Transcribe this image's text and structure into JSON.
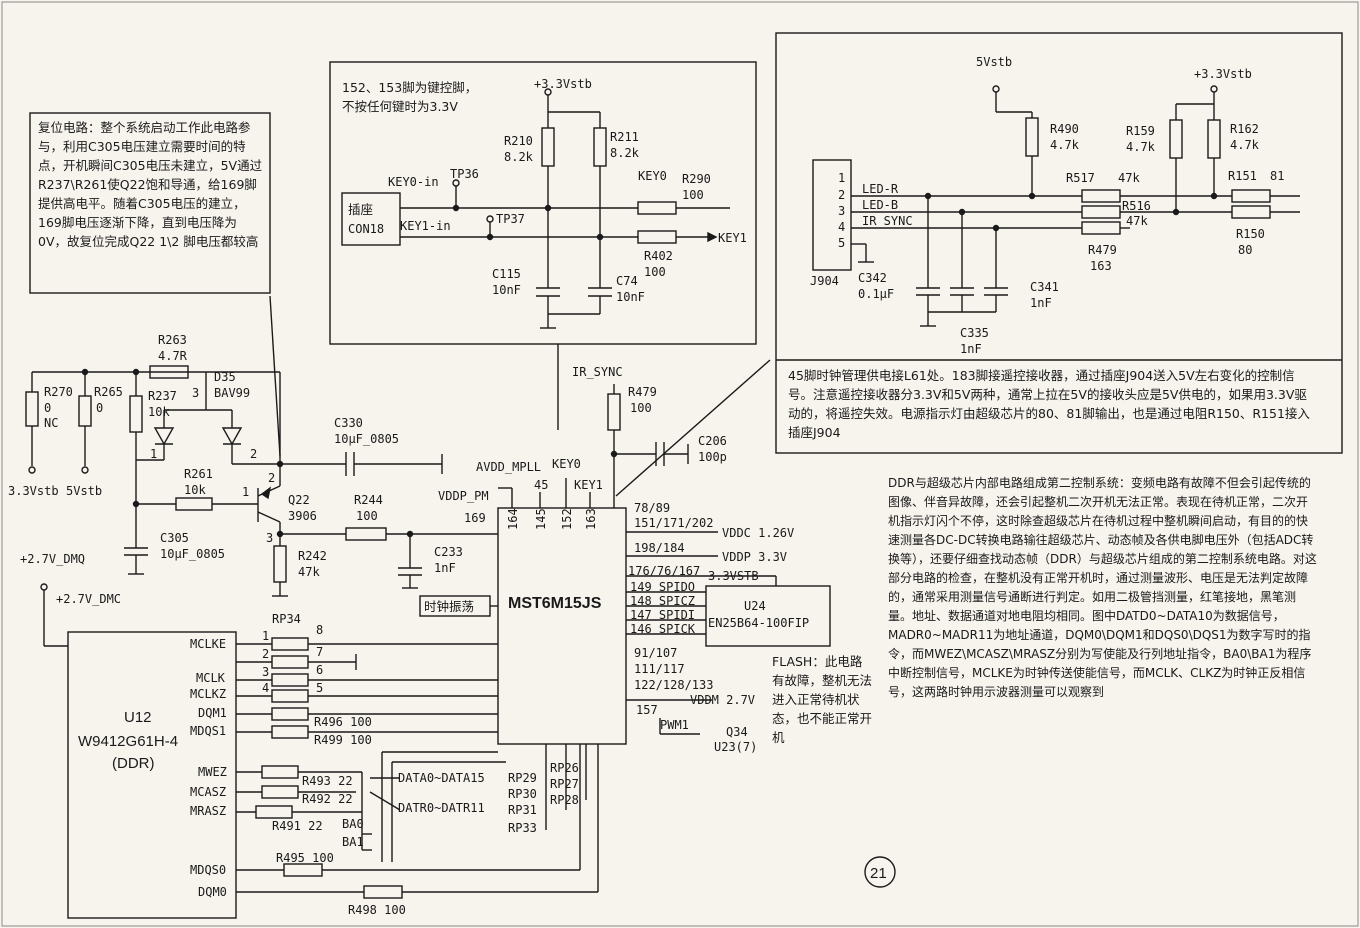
{
  "notes": {
    "reset": "复位电路：整个系统启动工作此电路参与，利用C305电压建立需要时间的特点，开机瞬间C305电压未建立，5V通过R237\\R261使Q22饱和导通，给169脚提供高电平。随着C305电压的建立，169脚电压逐渐下降，直到电压降为0V，故复位完成Q22 1\\2 脚电压都较高",
    "key_title": "152、153脚为键控脚，",
    "key_body": "不按任何键时为3.3V",
    "remote": "45脚时钟管理供电接L61处。183脚接遥控接收器，通过插座J904送入5V左右变化的控制信号。注意遥控接收器分3.3V和5V两种，通常上拉在5V的接收头应是5V供电的，如果用3.3V驱动的，将遥控失效。电源指示灯由超级芯片的80、81脚输出，也是通过电阻R150、R151接入插座J904",
    "ddr": "DDR与超级芯片内部电路组成第二控制系统：变频电路有故障不但会引起传统的图像、伴音异故障，还会引起整机二次开机无法正常。表现在待机正常，二次开机指示灯闪个不停，这时除查超级芯片在待机过程中整机瞬间启动，有目的的快速测量各DC-DC转换电路输往超级芯片、动态帧及各供电脚电压外（包括ADC转换等），还要仔细查找动态帧（DDR）与超级芯片组成的第二控制系统电路。对这部分电路的检查，在整机没有正常开机时，通过测量波形、电压是无法判定故障的，通常采用测量信号通断进行判定。如用二极管挡测量，红笔接地，黑笔测量。地址、数据通道对地电阻均相同。图中DATD0~DATA10为数据信号，MADR0~MADR11为地址通道，DQM0\\DQM1和DQS0\\DQS1为数字写时的指令，而MWEZ\\MCASZ\\MRASZ分别为写使能及行列地址指令，BA0\\BA1为程序中断控制信号，MCLKE为时钟传送使能信号，而MCLK、CLKZ为时钟正反相信号，这两路时钟用示波器测量可以观察到",
    "flash": "FLASH：此电路有故障，整机无法进入正常待机状态，也不能正常开机",
    "page_number": "21"
  },
  "reset_circuit": {
    "r263": "R263",
    "r263_val": "4.7R",
    "r270": "R270",
    "r270_val": "0",
    "r270_nc": "NC",
    "r265": "R265",
    "r265_val": "0",
    "r237": "R237",
    "r237_val": "10k",
    "d35": "D35",
    "d35_val": "BAV99",
    "r261": "R261",
    "r261_val": "10k",
    "q22": "Q22",
    "q22_val": "3906",
    "c305": "C305",
    "c305_val": "10μF_0805",
    "c330": "C330",
    "c330_val": "10μF_0805",
    "r244": "R244",
    "r244_val": "100",
    "r242": "R242",
    "r242_val": "47k",
    "c233": "C233",
    "c233_val": "1nF",
    "supply_33": "3.3Vstb",
    "supply_5": "5Vstb",
    "clock_label": "时钟振荡"
  },
  "key_circuit": {
    "supply": "+3.3Vstb",
    "r210": "R210",
    "r210_val": "8.2k",
    "r211": "R211",
    "r211_val": "8.2k",
    "key0_in": "KEY0-in",
    "key1_in": "KEY1-in",
    "tp36": "TP36",
    "tp37": "TP37",
    "socket": "插座",
    "socket_id": "CON18",
    "key0": "KEY0",
    "key1": "KEY1",
    "r290": "R290",
    "r290_val": "100",
    "r402": "R402",
    "r402_val": "100",
    "c115": "C115",
    "c115_val": "10nF",
    "c74": "C74",
    "c74_val": "10nF"
  },
  "remote_circuit": {
    "v5": "5Vstb",
    "v33": "+3.3Vstb",
    "r490": "R490",
    "r490_val": "4.7k",
    "r159": "R159",
    "r159_val": "4.7k",
    "r162": "R162",
    "r162_val": "4.7k",
    "r517": "R517",
    "r517_val": "47k",
    "r151": "R151",
    "r151_val": "81",
    "r516": "R516",
    "r516_val": "47k",
    "r479": "R479",
    "r479_val": "163",
    "r150": "R150",
    "r150_val": "80",
    "pins": [
      "1",
      "2",
      "3",
      "4",
      "5"
    ],
    "led_r": "LED-R",
    "led_b": "LED-B",
    "ir_sync": "IR SYNC",
    "j904": "J904",
    "c342": "C342",
    "c342_val": "0.1μF",
    "c341": "C341",
    "c341_val": "1nF",
    "c335": "C335",
    "c335_val": "1nF"
  },
  "chip": {
    "name": "MST6M15JS",
    "ir_sync": "IR_SYNC",
    "r479": "R479",
    "r479_val": "100",
    "c206": "C206",
    "c206_val": "100p",
    "avdd_mpll": "AVDD_MPLL",
    "key0": "KEY0",
    "key1": "KEY1",
    "pin45": "45",
    "vddp_pm": "VDDP_PM",
    "pin169": "169",
    "top_pins": [
      "164",
      "145",
      "152",
      "163"
    ],
    "r78": "78/89",
    "r151": "151/171/202",
    "vddc": "VDDC 1.26V",
    "r198": "198/184",
    "vddp": "VDDP 3.3V",
    "r176": "176/76/167",
    "v33stb": "3.3VSTB",
    "spido": "149 SPIDO",
    "spicz": "148 SPICZ",
    "spidi": "147 SPIDI",
    "spick": "146 SPICK",
    "u24": "U24",
    "u24_val": "EN25B64-100FIP",
    "p91": "91/107",
    "p111": "111/117",
    "p122": "122/128/133",
    "vddm": "VDDM 2.7V",
    "p157": "157",
    "pwm1": "PWM1",
    "q34": "Q34",
    "u23": "U23(7)"
  },
  "ddr": {
    "v27_dmq": "+2.7V_DMQ",
    "v27_dmc": "+2.7V_DMC",
    "rp34": "RP34",
    "left_signals": [
      "MCLKE",
      "MCLK",
      "MCLKZ",
      "DQM1",
      "MDQS1"
    ],
    "pin_left": [
      "1",
      "2",
      "3",
      "4"
    ],
    "pin_right": [
      "8",
      "7",
      "6",
      "5"
    ],
    "u12": "U12",
    "part": "W9412G61H-4",
    "ddr_label": "(DDR)",
    "r496": "R496 100",
    "r499": "R499 100",
    "lower_signals": [
      "MWEZ",
      "MCASZ",
      "MRASZ"
    ],
    "r493": "R493 22",
    "r492": "R492 22",
    "r491": "R491 22",
    "ba0": "BA0",
    "ba1": "BA1",
    "data": "DATA0~DATA15",
    "datr": "DATR0~DATR11",
    "rp29": "RP29",
    "rp30": "RP30",
    "rp31": "RP31",
    "rp33": "RP33",
    "rp26": "RP26",
    "rp27": "RP27",
    "rp28": "RP28",
    "mdqs0": "MDQS0",
    "dqm0": "DQM0",
    "r495": "R495 100",
    "r498": "R498 100"
  }
}
